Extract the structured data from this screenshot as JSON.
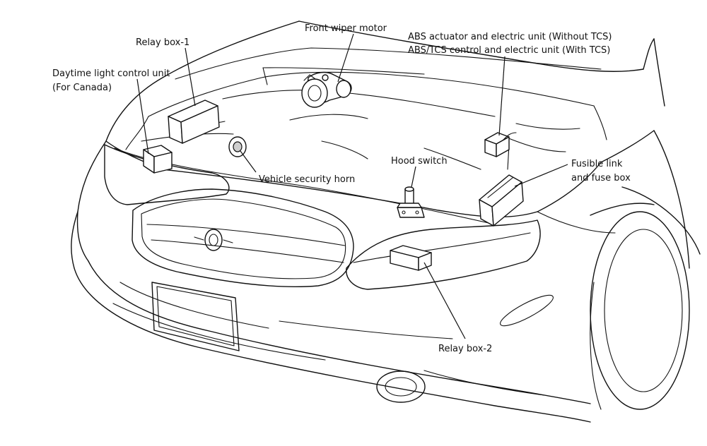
{
  "labels": {
    "front_wiper_motor": "Front wiper motor",
    "relay_box_1": "Relay box-1",
    "daytime_light_line1": "Daytime light control unit",
    "daytime_light_line2": "(For Canada)",
    "abs_line1": "ABS actuator and electric unit (Without TCS)",
    "abs_line2": "ABS/TCS control and electric unit (With TCS)",
    "vehicle_security_horn": "Vehicle security horn",
    "hood_switch": "Hood switch",
    "fusible_link_line1": "Fusible link",
    "fusible_link_line2": "and fuse box",
    "relay_box_2": "Relay box-2"
  },
  "colors": {
    "line": "#111111",
    "background": "#ffffff",
    "shade": "#cfcfcf"
  }
}
